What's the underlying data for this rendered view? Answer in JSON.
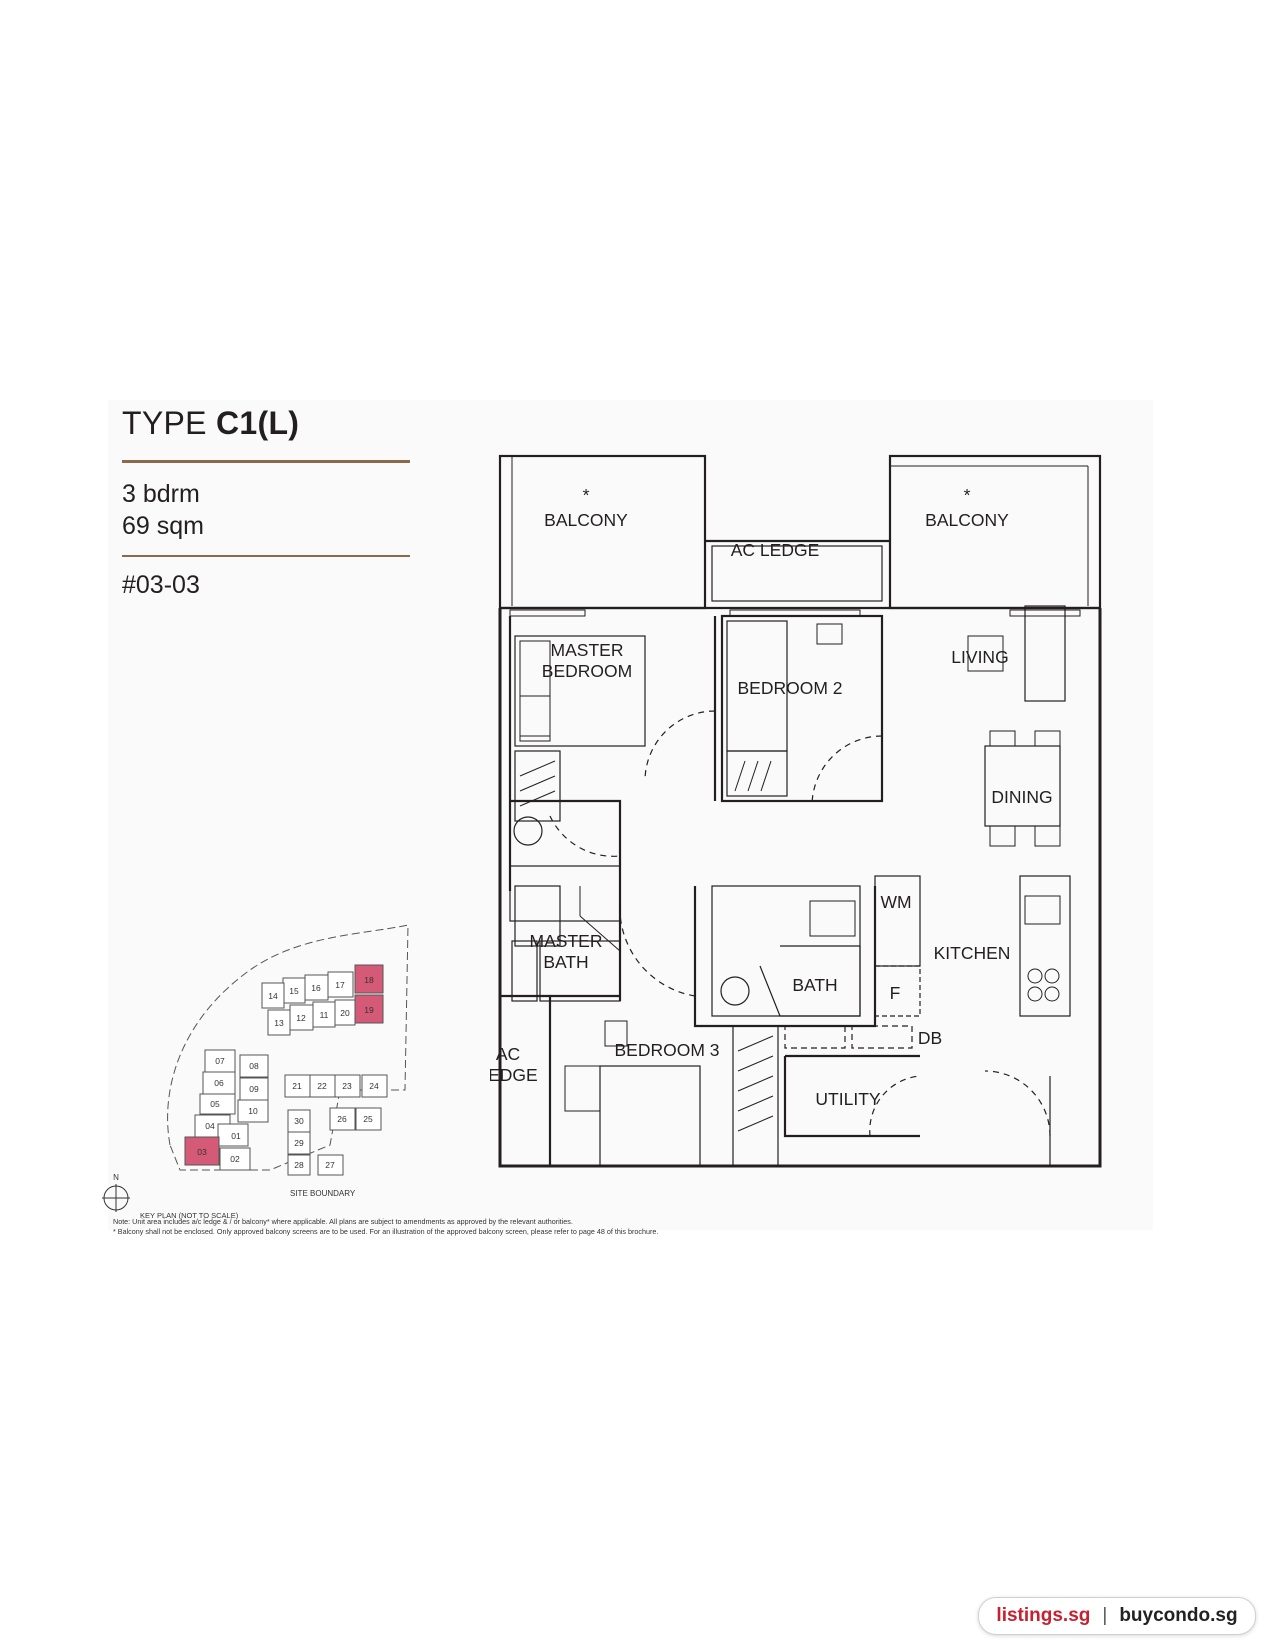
{
  "header": {
    "type_prefix": "TYPE",
    "type_code": "C1(L)",
    "bedrooms": "3 bdrm",
    "area": "69 sqm",
    "unit": "#03-03"
  },
  "floor_plan": {
    "rooms": {
      "balcony_left": "BALCONY",
      "balcony_right": "BALCONY",
      "balcony_star": "*",
      "ac_ledge_top": "AC LEDGE",
      "master_bedroom_1": "MASTER",
      "master_bedroom_2": "BEDROOM",
      "bedroom2": "BEDROOM 2",
      "living": "LIVING",
      "dining": "DINING",
      "master_bath_1": "MASTER",
      "master_bath_2": "BATH",
      "bath": "BATH",
      "wm": "WM",
      "kitchen": "KITCHEN",
      "fridge": "F",
      "db": "DB",
      "ac_ledge_left_1": "AC",
      "ac_ledge_left_2": "LEDGE",
      "bedroom3": "BEDROOM 3",
      "utility": "UTILITY"
    }
  },
  "key_plan": {
    "units": [
      "18",
      "19",
      "17",
      "16",
      "15",
      "14",
      "20",
      "11",
      "12",
      "13",
      "07",
      "08",
      "06",
      "09",
      "05",
      "10",
      "04",
      "01",
      "03",
      "02",
      "21",
      "22",
      "23",
      "24",
      "30",
      "26",
      "25",
      "29",
      "28",
      "27"
    ],
    "highlighted": [
      "18",
      "19",
      "03"
    ],
    "highlight_color": "#d45a78",
    "site_boundary_label": "SITE BOUNDARY",
    "caption": "KEY PLAN (NOT TO SCALE)",
    "north": "N"
  },
  "notes": {
    "line1": "Note: Unit area includes a/c ledge & / or balcony* where applicable. All plans are subject to amendments as approved by the relevant authorities.",
    "line2": "* Balcony shall not be enclosed. Only approved balcony screens are to be used. For an illustration of the approved balcony screen, please refer to page 48 of this brochure."
  },
  "watermark": {
    "site_a": "listings.sg",
    "separator": "|",
    "site_b": "buycondo.sg"
  }
}
